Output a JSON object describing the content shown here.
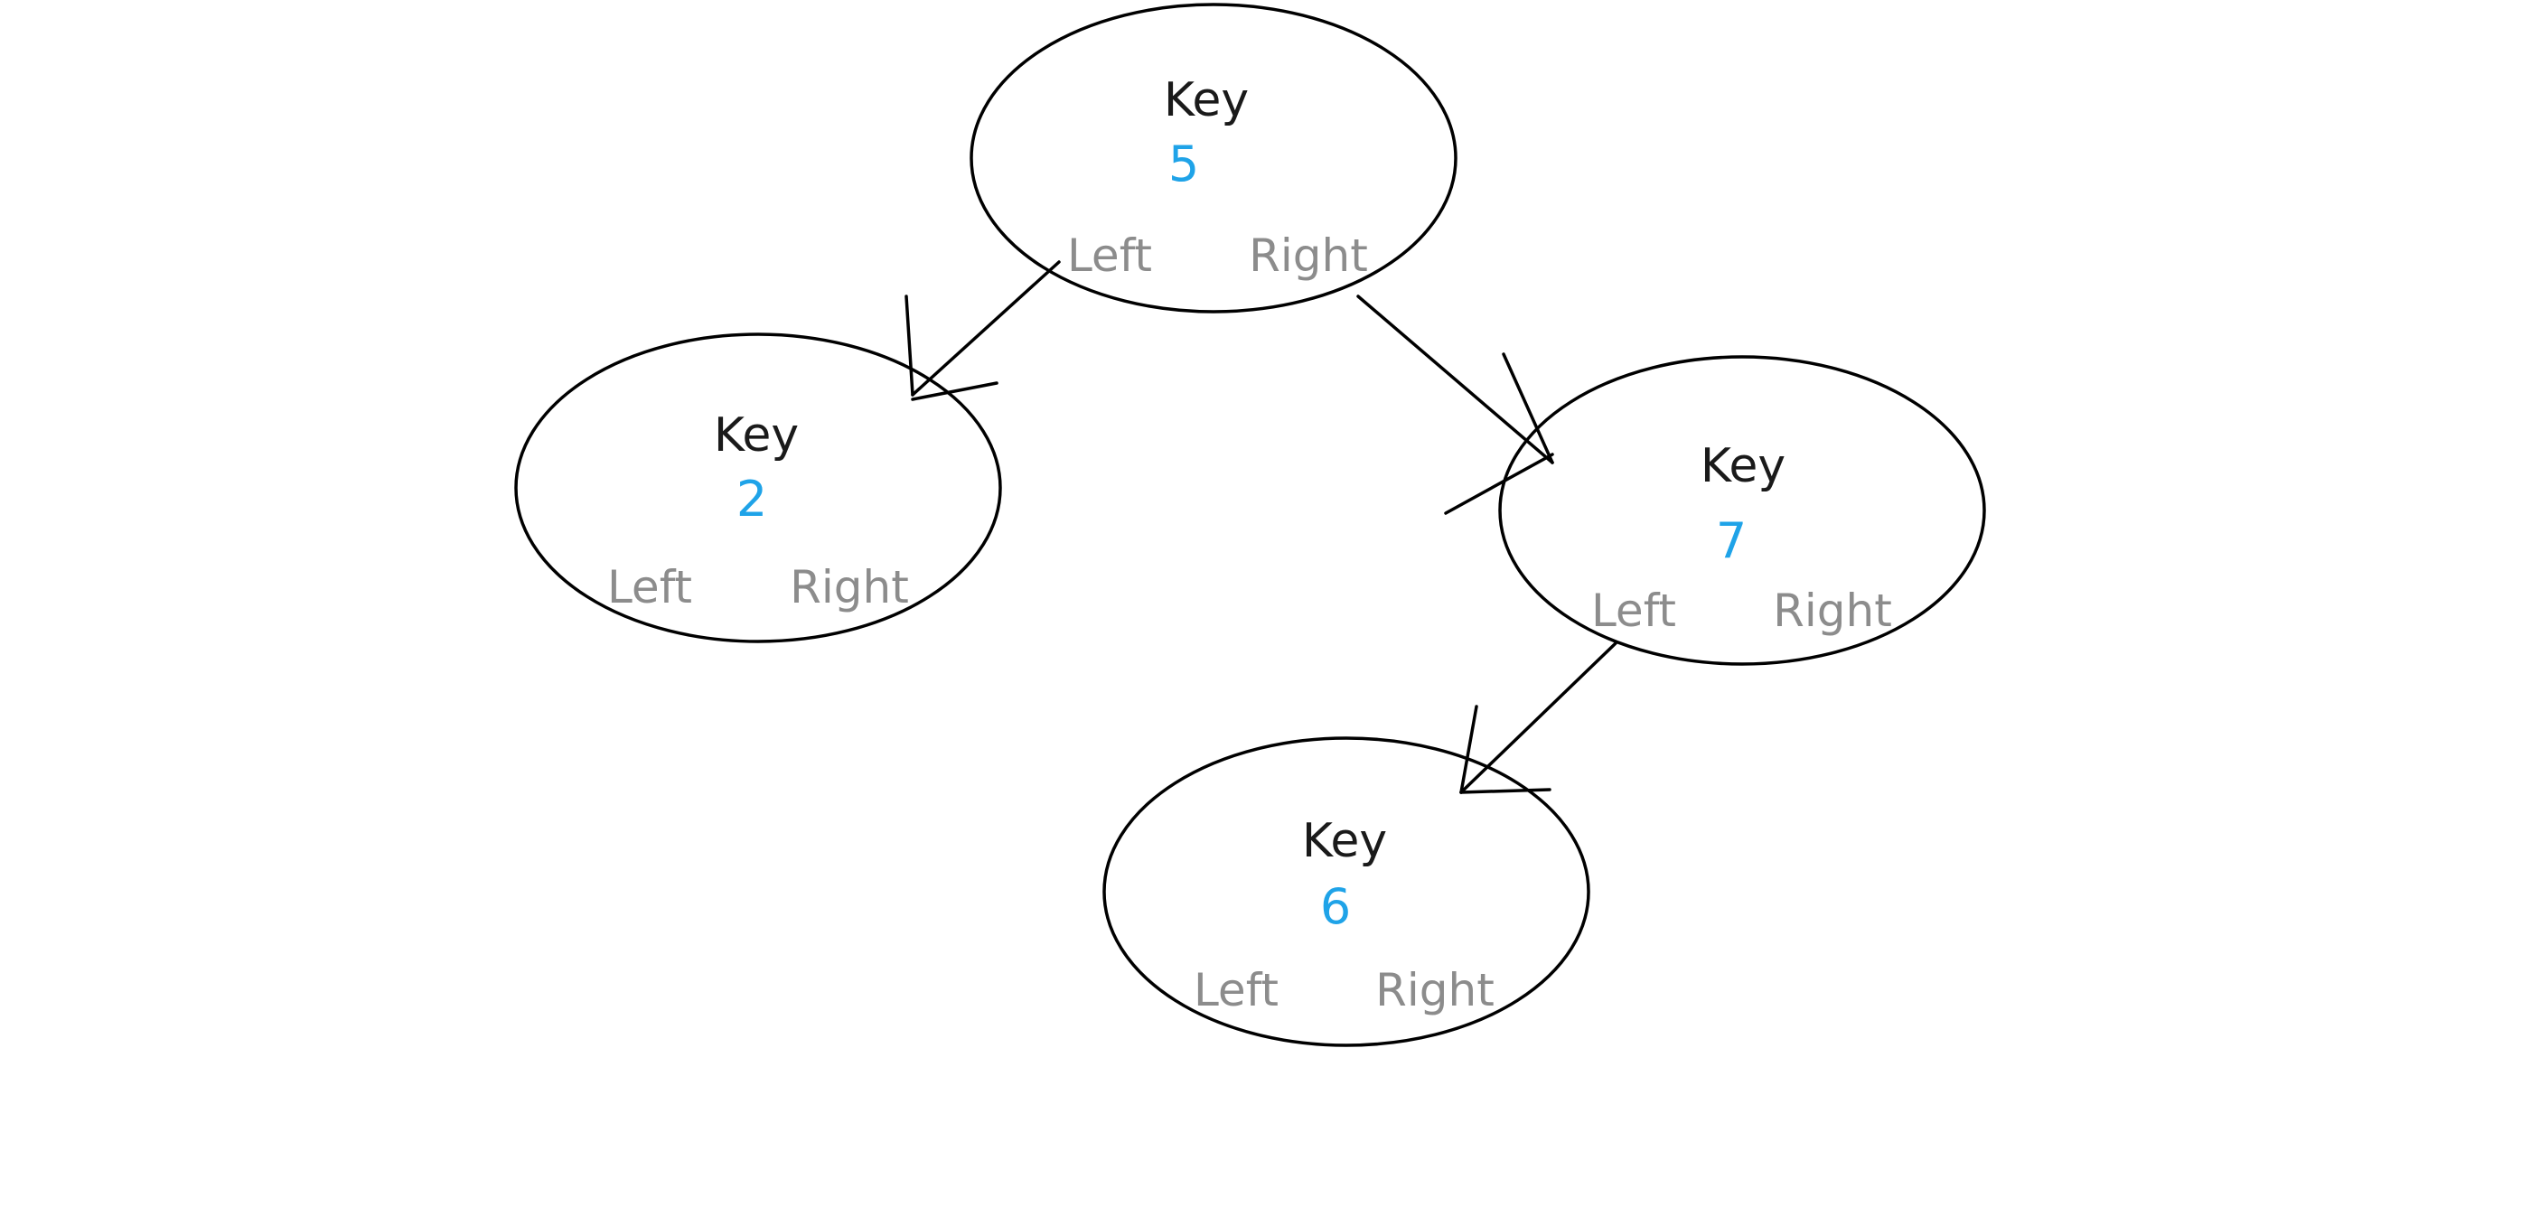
{
  "colors": {
    "outline": "#000000",
    "key_label": "#1a1a1a",
    "key_value": "#1fa3e8",
    "child_label": "#8c8c8c",
    "background": "#ffffff"
  },
  "nodes": [
    {
      "id": "node-5",
      "key_label": "Key",
      "key_value": "5",
      "left_label": "Left",
      "right_label": "Right"
    },
    {
      "id": "node-2",
      "key_label": "Key",
      "key_value": "2",
      "left_label": "Left",
      "right_label": "Right"
    },
    {
      "id": "node-7",
      "key_label": "Key",
      "key_value": "7",
      "left_label": "Left",
      "right_label": "Right"
    },
    {
      "id": "node-6",
      "key_label": "Key",
      "key_value": "6",
      "left_label": "Left",
      "right_label": "Right"
    }
  ],
  "edges": [
    {
      "from": "5",
      "via": "Left",
      "to": "2"
    },
    {
      "from": "5",
      "via": "Right",
      "to": "7"
    },
    {
      "from": "7",
      "via": "Left",
      "to": "6"
    }
  ]
}
